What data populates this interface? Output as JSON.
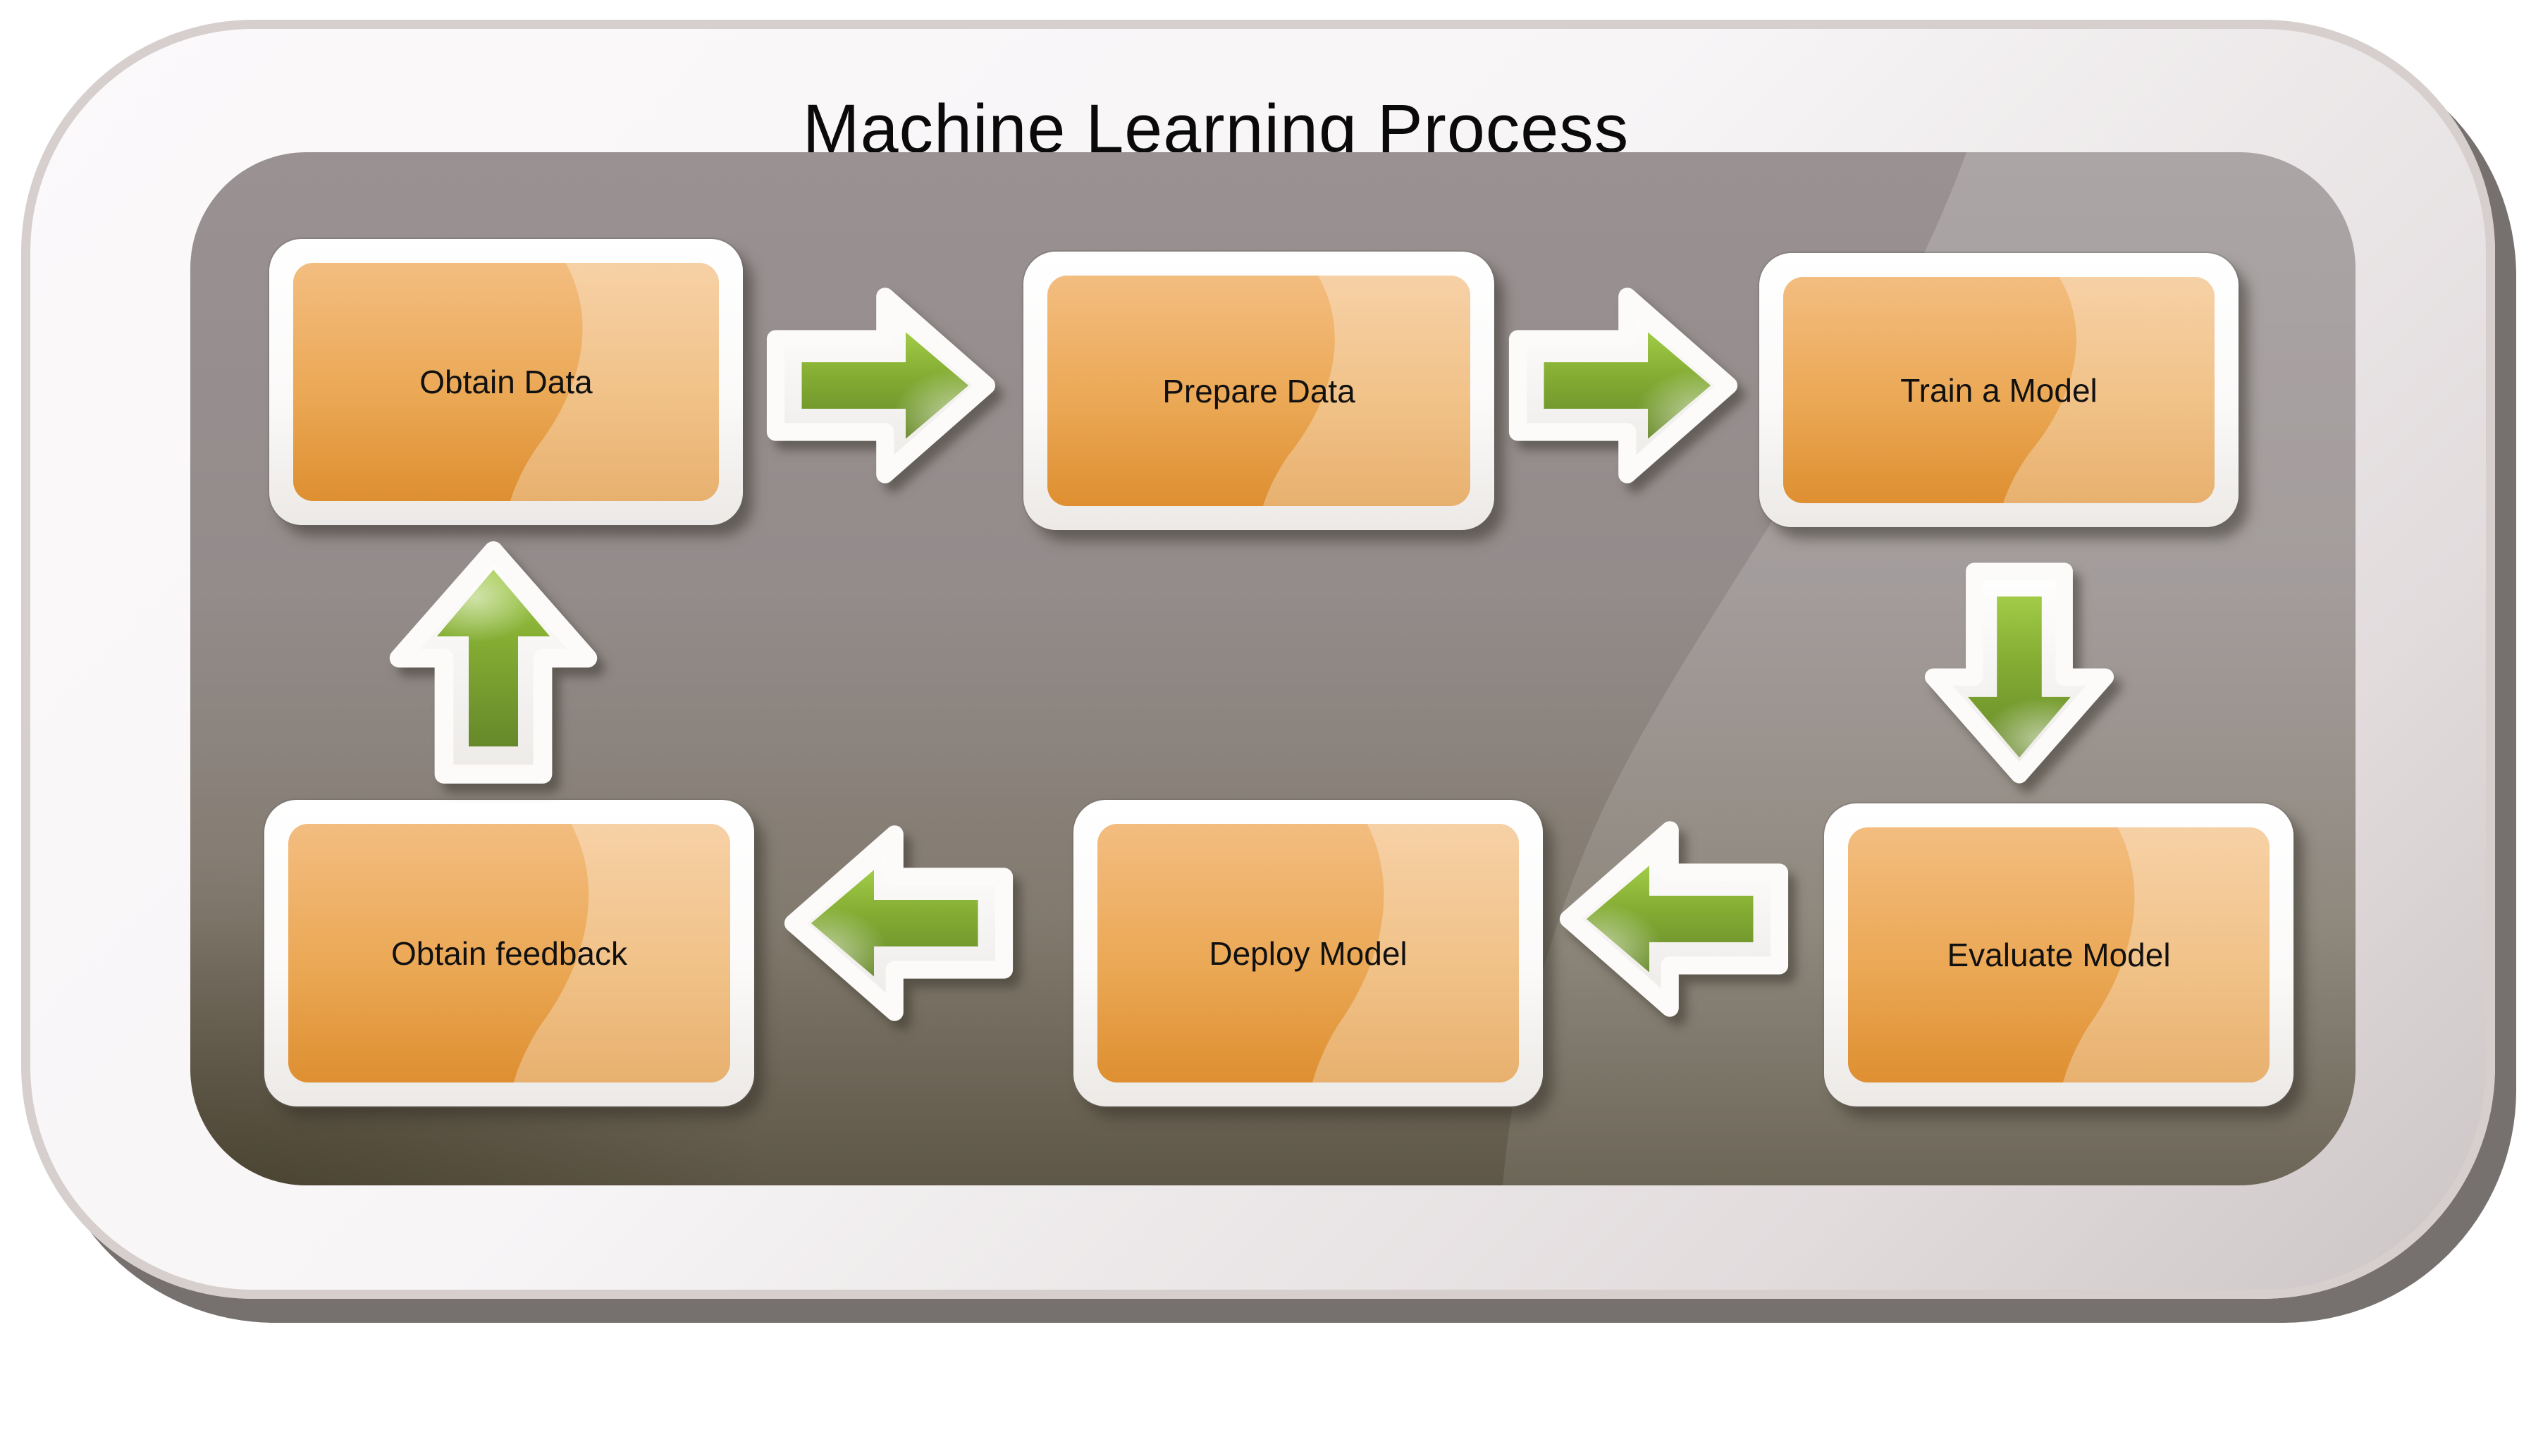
{
  "title": "Machine Learning Process",
  "boxes": [
    {
      "id": "obtain-data",
      "label": "Obtain Data"
    },
    {
      "id": "prepare-data",
      "label": "Prepare Data"
    },
    {
      "id": "train-a-model",
      "label": "Train a Model"
    },
    {
      "id": "obtain-feedback",
      "label": "Obtain feedback"
    },
    {
      "id": "deploy-model",
      "label": "Deploy Model"
    },
    {
      "id": "evaluate-model",
      "label": "Evaluate Model"
    }
  ],
  "arrows": [
    {
      "direction": "right",
      "from": "Obtain Data",
      "to": "Prepare Data"
    },
    {
      "direction": "right",
      "from": "Prepare Data",
      "to": "Train a Model"
    },
    {
      "direction": "down",
      "from": "Train a Model",
      "to": "Evaluate Model"
    },
    {
      "direction": "left",
      "from": "Evaluate Model",
      "to": "Deploy Model"
    },
    {
      "direction": "left",
      "from": "Deploy Model",
      "to": "Obtain feedback"
    },
    {
      "direction": "up",
      "from": "Obtain feedback",
      "to": "Obtain Data"
    }
  ],
  "flow_cycle": [
    "Obtain Data",
    "Prepare Data",
    "Train a Model",
    "Evaluate Model",
    "Deploy Model",
    "Obtain feedback",
    "Obtain Data"
  ],
  "colors": {
    "box_orange_top": "#F3BD80",
    "box_orange_bottom": "#DE8F31",
    "arrow_green_light": "#9CC742",
    "arrow_green_dark": "#66882A",
    "panel_gray_top": "#999192",
    "panel_dark_corner": "#4B4435",
    "card_fill": "#F9F7F8",
    "card_shadow": "#76716E",
    "text": "#111111"
  }
}
